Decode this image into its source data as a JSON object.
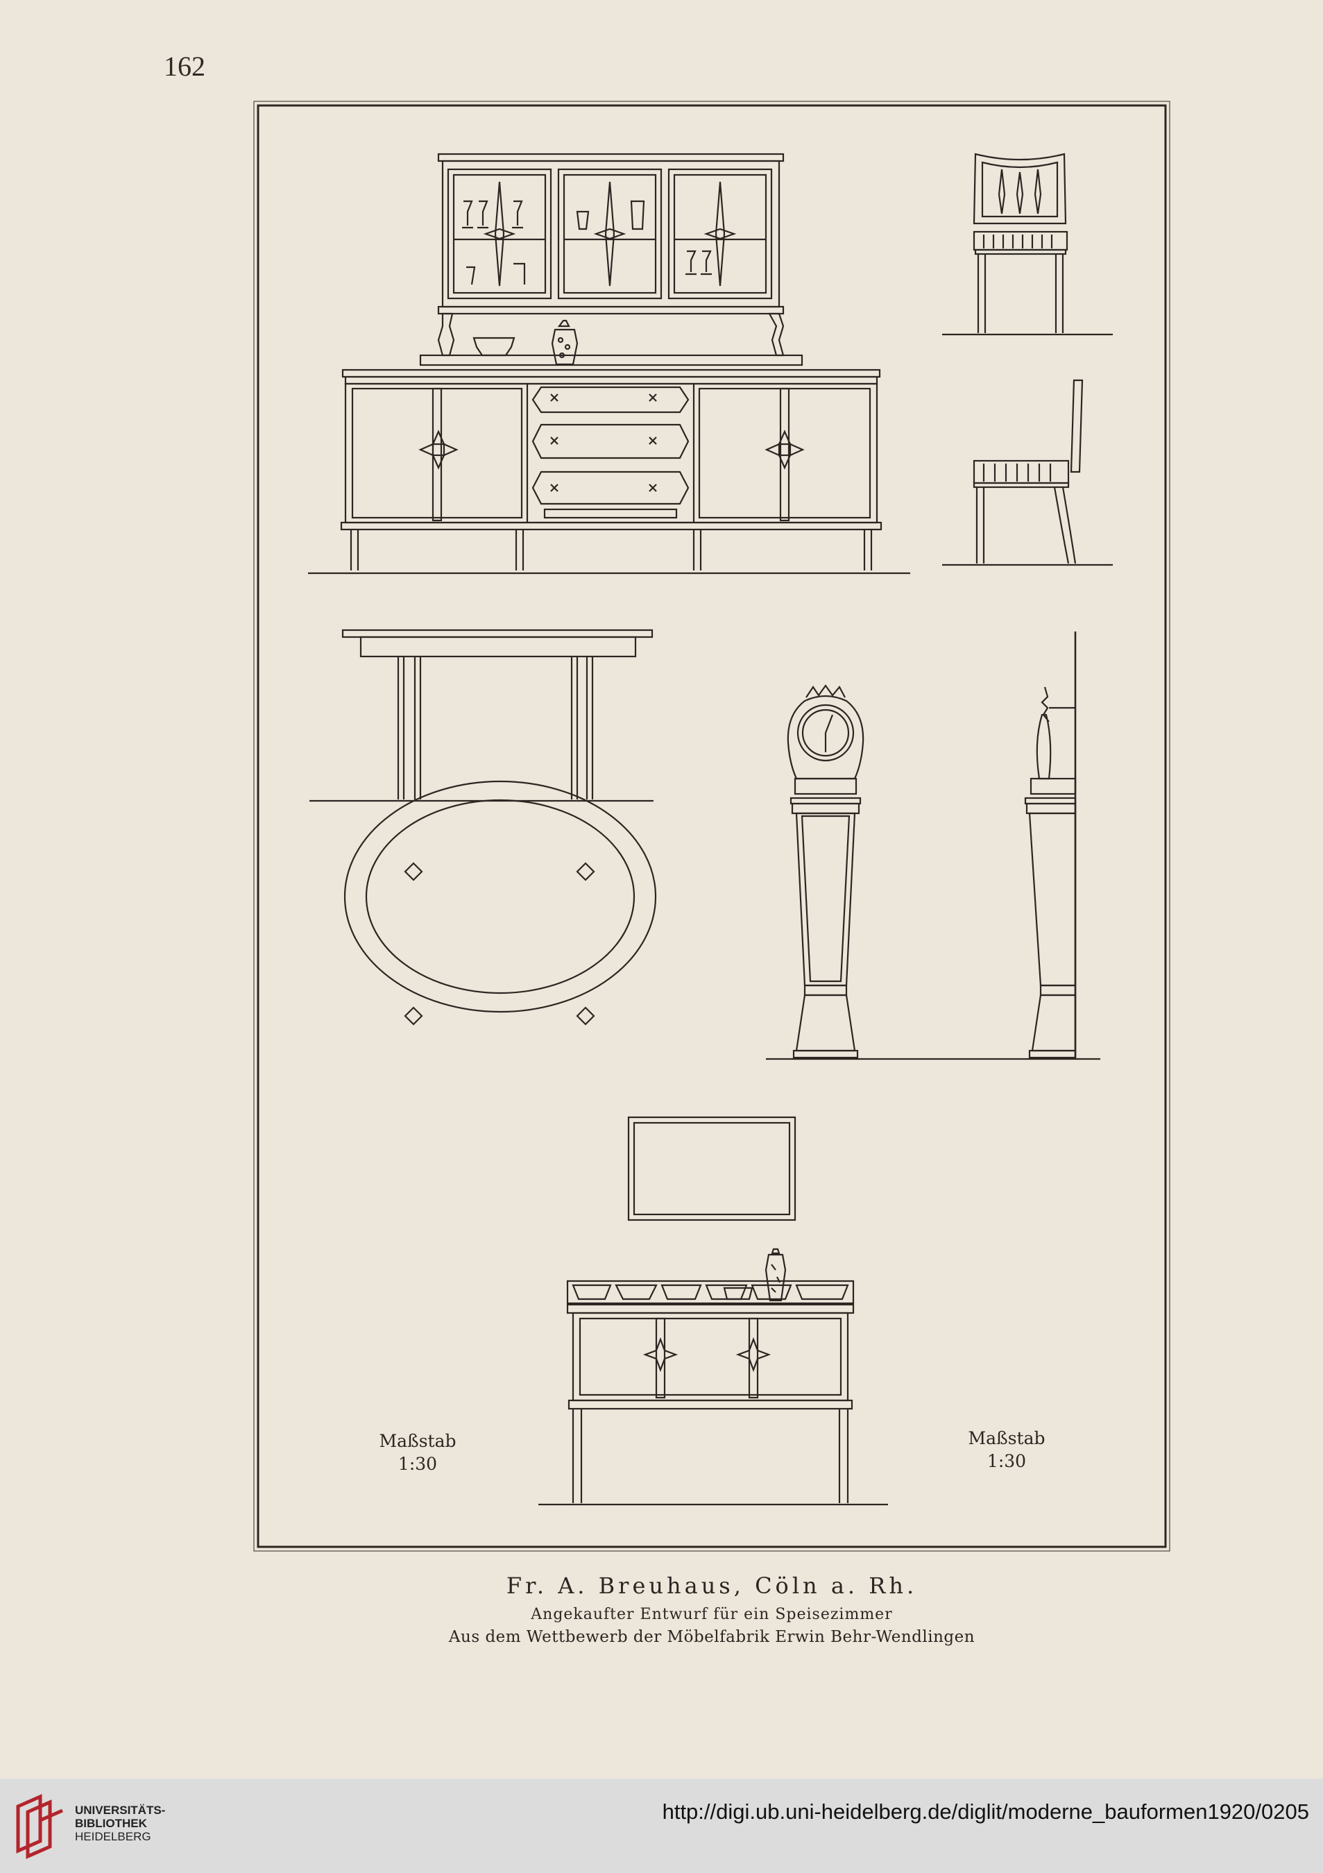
{
  "page_number": "162",
  "scale_labels": [
    {
      "title": "Maßstab",
      "ratio": "1:30"
    },
    {
      "title": "Maßstab",
      "ratio": "1:30"
    }
  ],
  "caption": {
    "author": "Fr. A. Breuhaus, Cöln a. Rh.",
    "line1": "Angekaufter Entwurf für ein Speisezimmer",
    "line2": "Aus dem Wettbewerb der Möbelfabrik Erwin Behr-Wendlingen"
  },
  "footer": {
    "logo_lines": [
      "UNIVERSITÄTS-",
      "BIBLIOTHEK",
      "HEIDELBERG"
    ],
    "url": "http://digi.ub.uni-heidelberg.de/diglit/moderne_bauformen1920/0205"
  },
  "colors": {
    "paper": "#ede6da",
    "ink": "#2b2622",
    "footer": "#dcdcdc",
    "logo_red": "#b3252c"
  }
}
